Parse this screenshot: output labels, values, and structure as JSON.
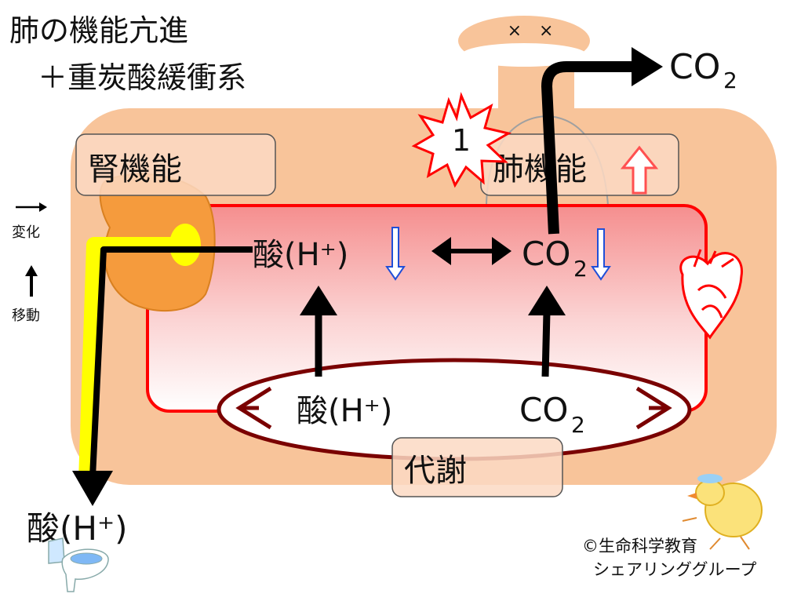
{
  "title": {
    "line1": "肺の機能亢進",
    "line2": "＋重炭酸緩衝系"
  },
  "boxes": {
    "kidney": "腎機能",
    "lung": "肺機能",
    "metabolism": "代謝"
  },
  "legend": {
    "change": "変化",
    "move": "移動"
  },
  "labels": {
    "acid_blood": "酸(H⁺)",
    "co2_blood_main": "CO",
    "co2_blood_sub": "2",
    "acid_metab": "酸(H⁺)",
    "co2_metab_main": "CO",
    "co2_metab_sub": "2",
    "acid_out": "酸(H⁺)",
    "co2_out_main": "CO",
    "co2_out_sub": "2",
    "starburst_num": "1",
    "mouth_marks": "×　×"
  },
  "copyright": {
    "line1": "©生命科学教育",
    "line2": "シェアリンググループ"
  },
  "colors": {
    "body": "#f8c49a",
    "blood_top": "#f7a4a4",
    "blood_edge": "#ff0000",
    "metab_edge": "#7a0000",
    "kidney": "#f59b3d",
    "urine": "#ffff00",
    "arrow": "#000000",
    "down_arrow": "#1f4fd8",
    "up_arrow": "#ff5050"
  }
}
